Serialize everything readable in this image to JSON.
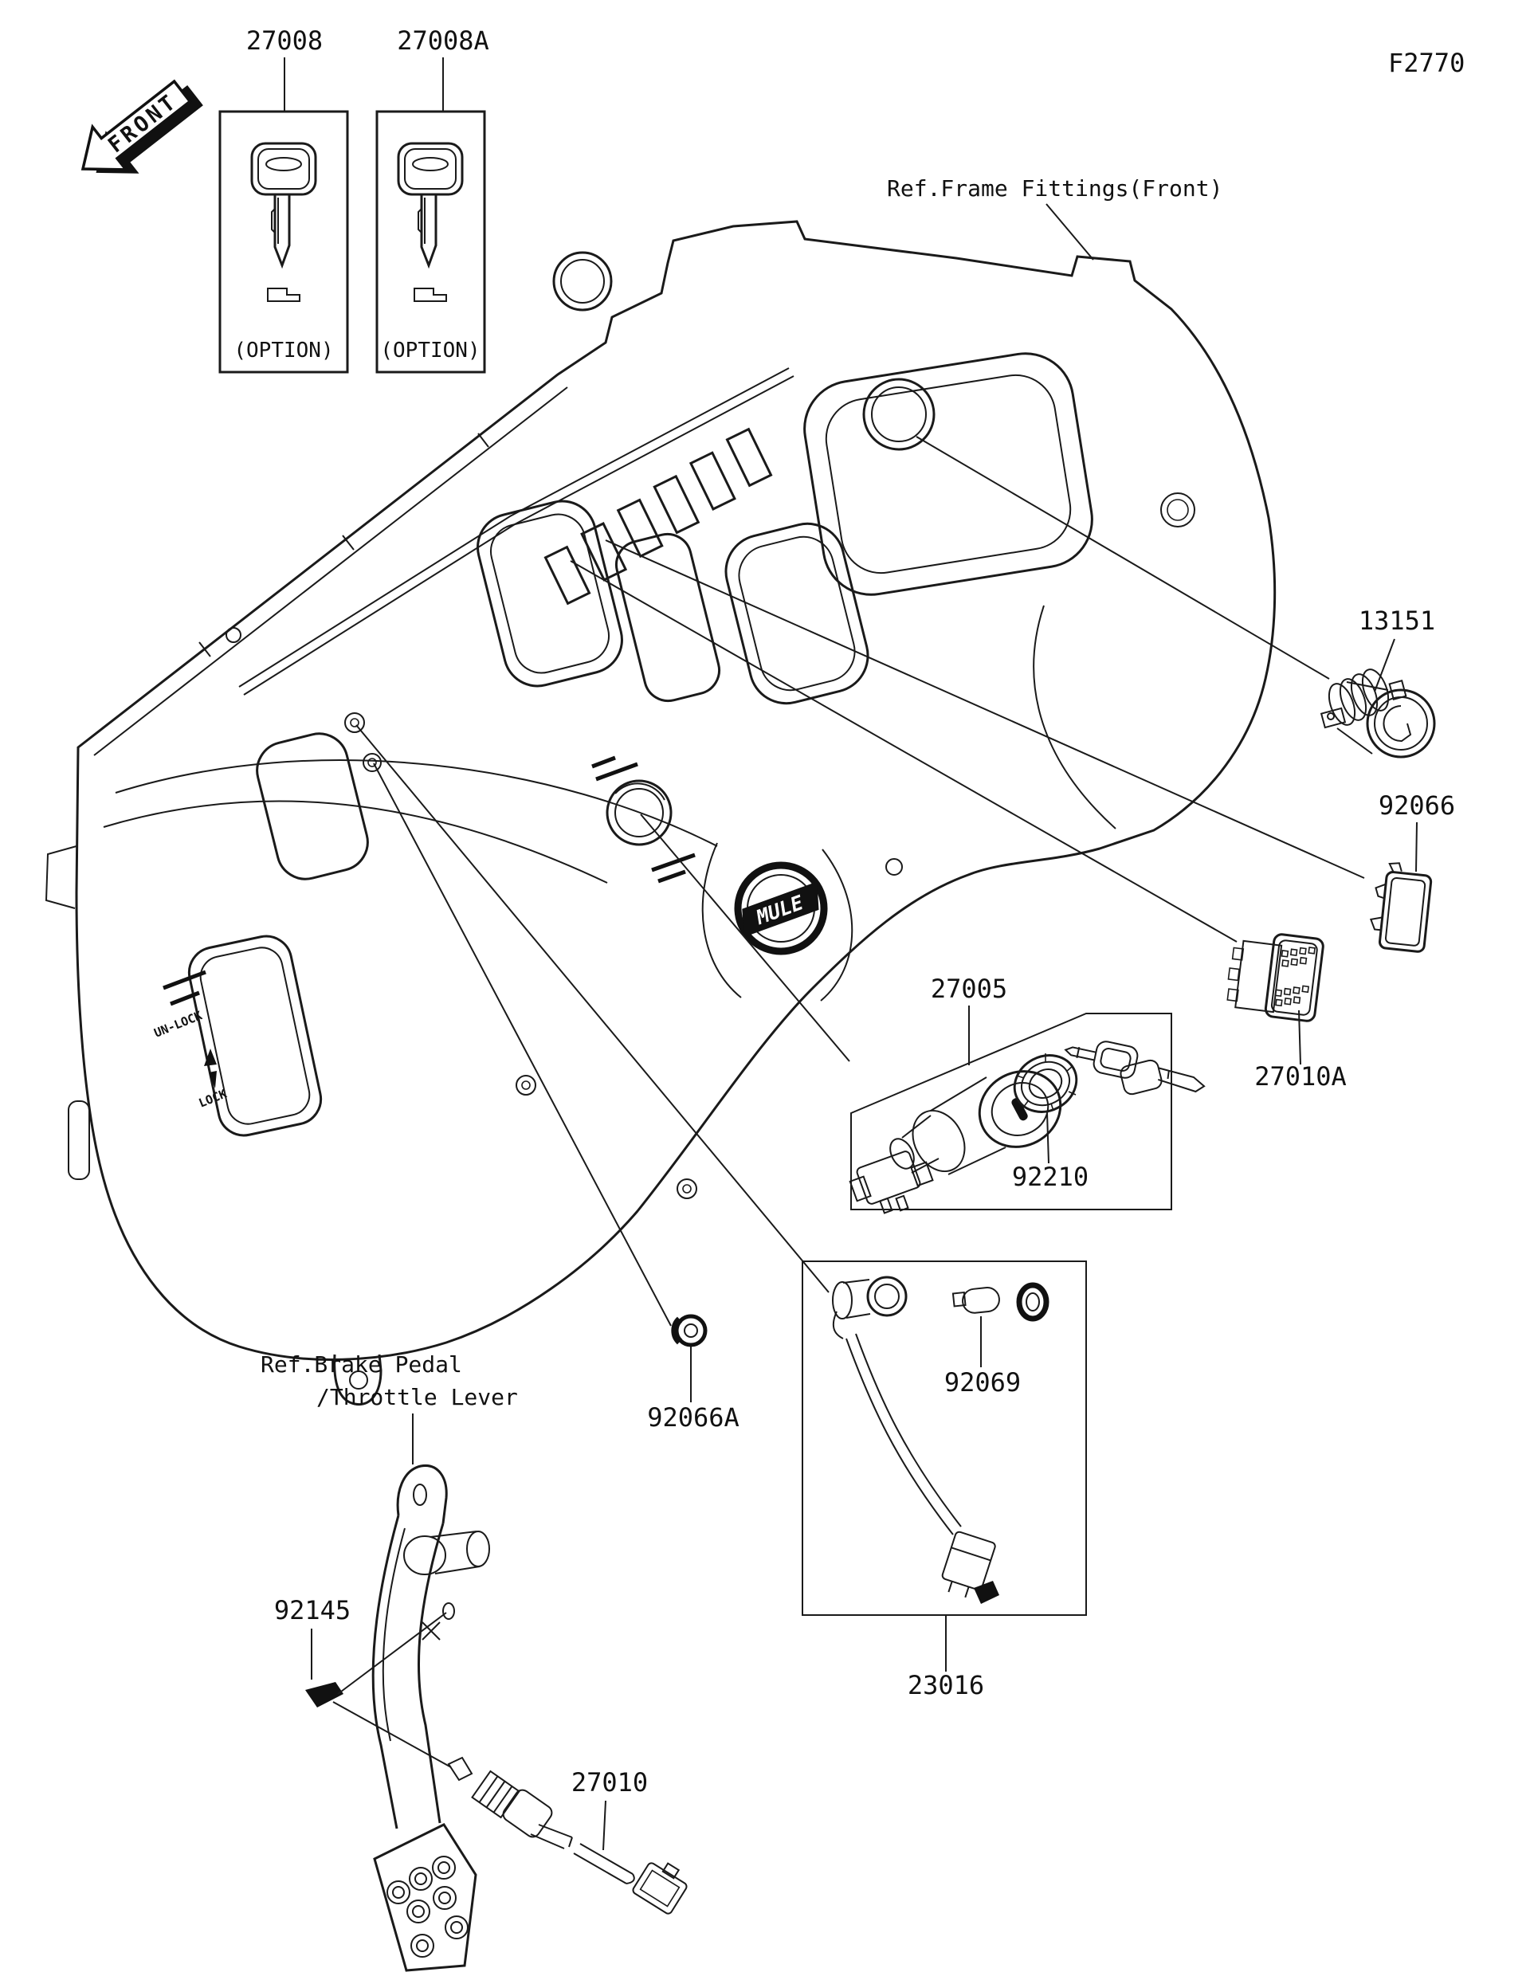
{
  "figure": {
    "code": "F2770"
  },
  "front_marker": {
    "label": "FRONT"
  },
  "option_boxes": [
    {
      "part_no": "27008",
      "caption": "(OPTION)"
    },
    {
      "part_no": "27008A",
      "caption": "(OPTION)"
    }
  ],
  "references": {
    "frame_fittings": "Ref.Frame Fittings(Front)",
    "brake_pedal_line1": "Ref.Brake Pedal",
    "brake_pedal_line2": "/Throttle Lever"
  },
  "parts": {
    "lighter_socket": "13151",
    "switch_blank": "92066",
    "rocker_switch": "27010A",
    "ignition_switch": "27005",
    "lock_ring": "92210",
    "bulb": "92069",
    "socket_assembly": "23016",
    "grommet": "92066A",
    "clip": "92145",
    "plunger_switch": "27010"
  },
  "dash_markings": {
    "unlock": "UN-LOCK",
    "lock": "LOCK",
    "badge": "MULE"
  },
  "colors": {
    "line": "#1a1a1a",
    "background": "#ffffff"
  }
}
